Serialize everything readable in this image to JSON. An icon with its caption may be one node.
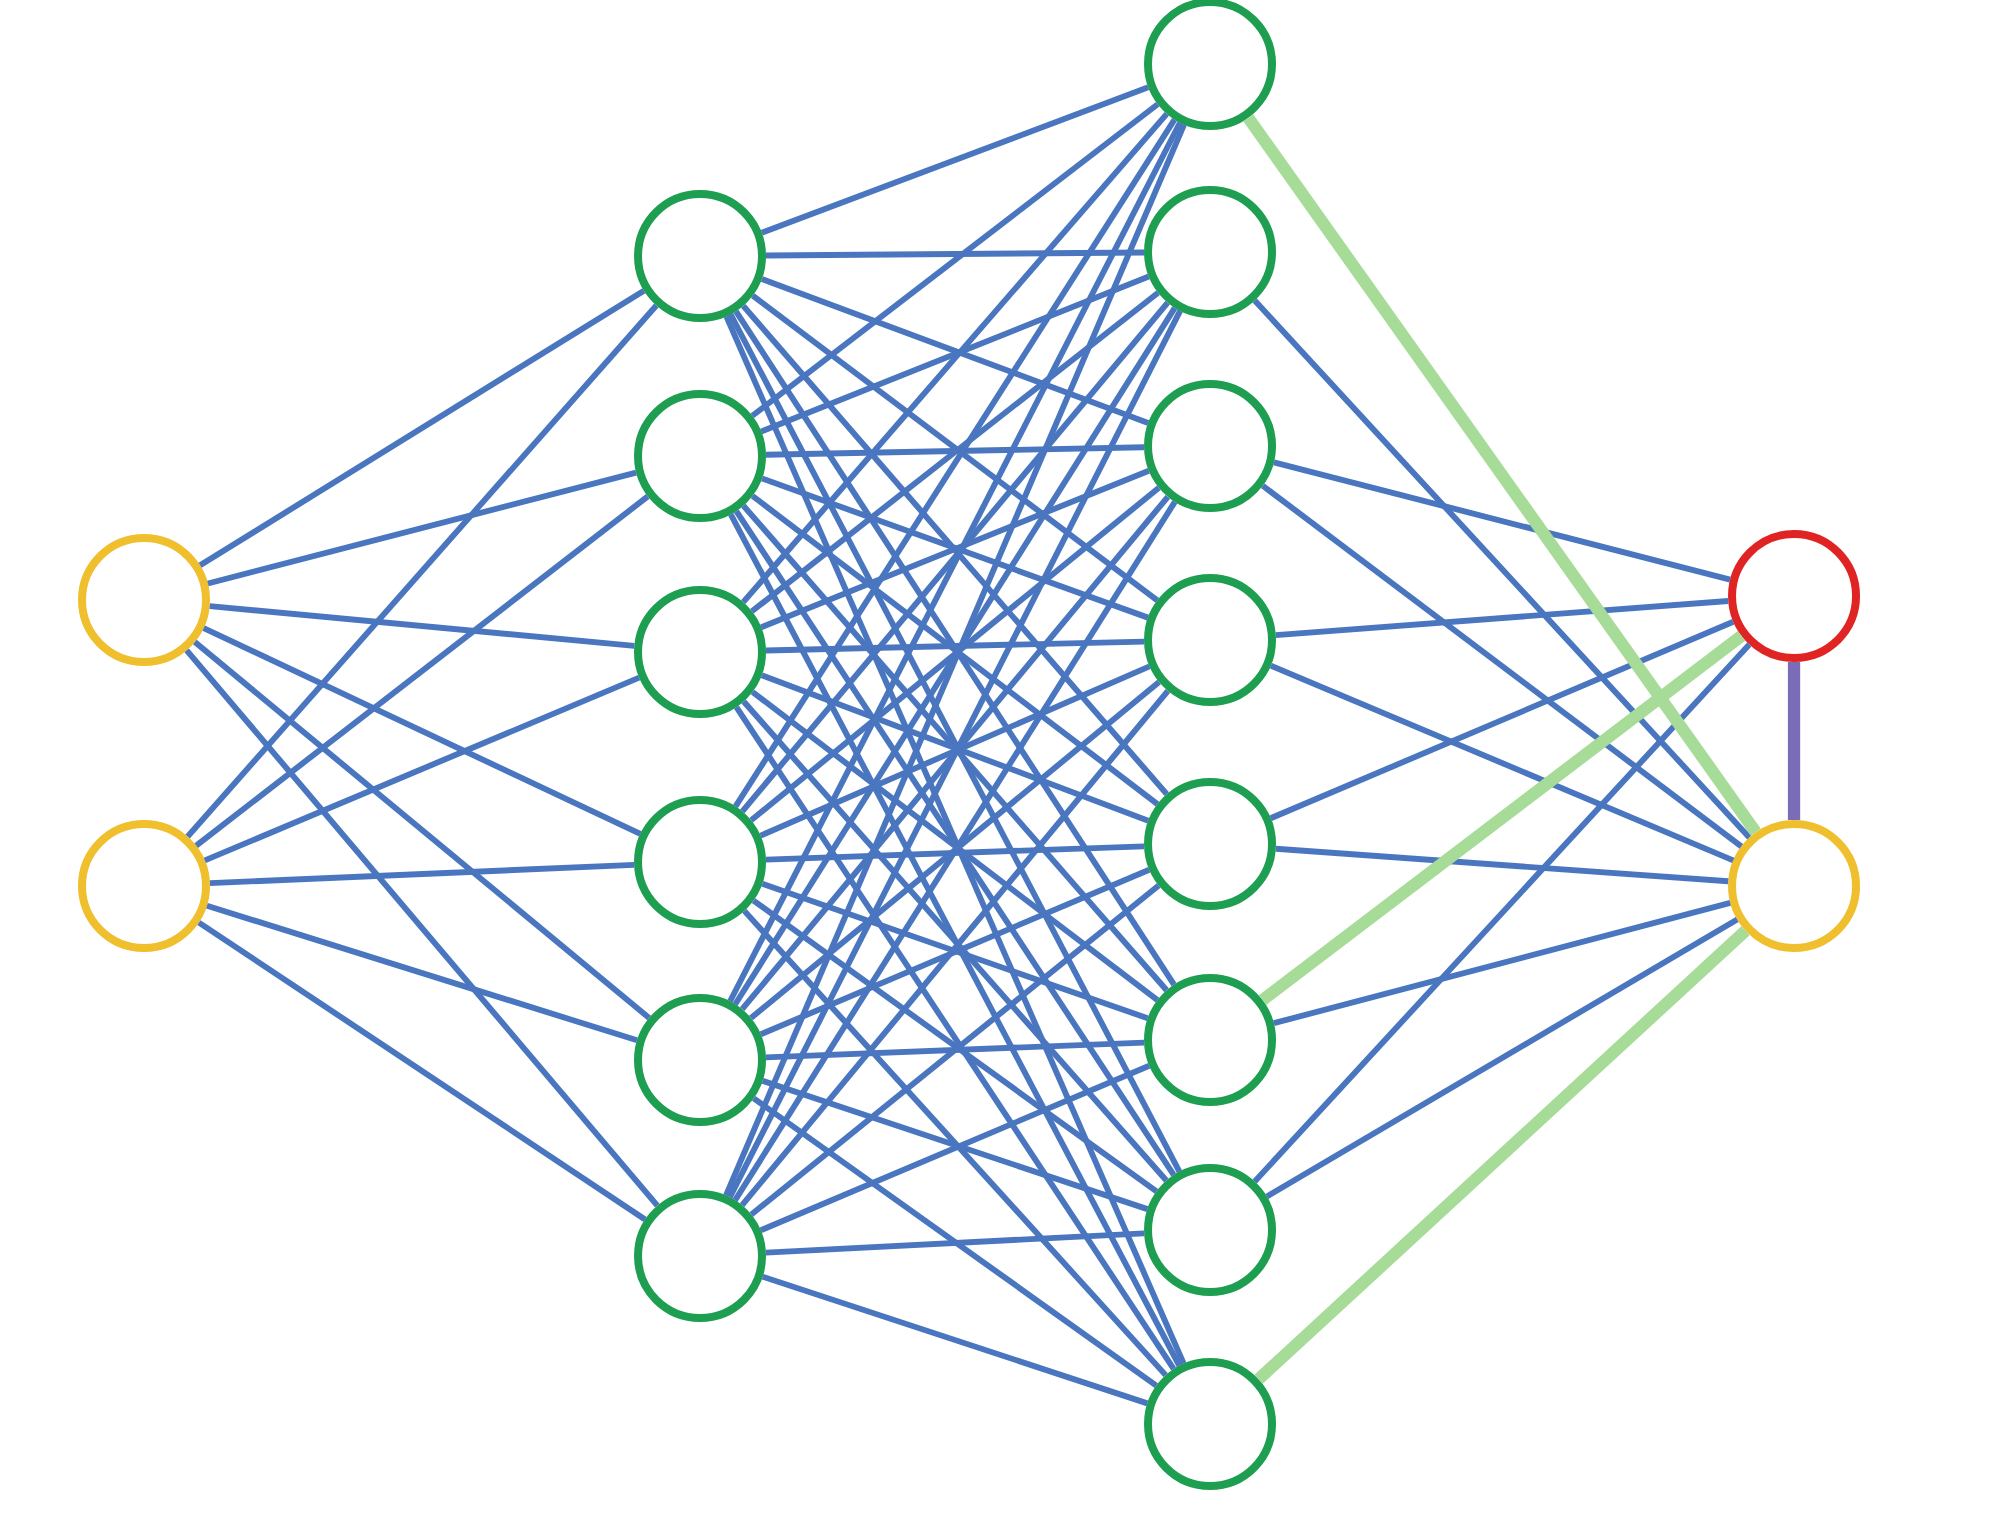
{
  "diagram": {
    "nodes": [
      {
        "text": [],
        "shape": "circle"
      },
      {
        "text": [],
        "shape": "circle"
      },
      {
        "text": [],
        "shape": "circle"
      },
      {
        "text": [],
        "shape": "circle"
      },
      {
        "text": [],
        "shape": "circle"
      },
      {
        "text": [],
        "shape": "circle"
      },
      {
        "text": [],
        "shape": "circle"
      },
      {
        "text": [],
        "shape": "circle"
      },
      {
        "text": [],
        "shape": "circle"
      },
      {
        "text": [],
        "shape": "circle"
      },
      {
        "text": [],
        "shape": "circle"
      },
      {
        "text": [],
        "shape": "circle"
      },
      {
        "text": [],
        "shape": "circle"
      },
      {
        "text": [],
        "shape": "circle"
      },
      {
        "text": [],
        "shape": "circle"
      },
      {
        "text": [],
        "shape": "circle"
      },
      {
        "text": [],
        "shape": "circle"
      },
      {
        "text": [],
        "shape": "circle"
      }
    ],
    "edges": [
      {
        "from": 0,
        "to": 2,
        "arrow": "none"
      },
      {
        "from": 0,
        "to": 3,
        "arrow": "none"
      },
      {
        "from": 0,
        "to": 4,
        "arrow": "none"
      },
      {
        "from": 0,
        "to": 5,
        "arrow": "none"
      },
      {
        "from": 0,
        "to": 6,
        "arrow": "none"
      },
      {
        "from": 0,
        "to": 7,
        "arrow": "none"
      },
      {
        "from": 1,
        "to": 2,
        "arrow": "none"
      },
      {
        "from": 1,
        "to": 3,
        "arrow": "none"
      },
      {
        "from": 1,
        "to": 4,
        "arrow": "none"
      },
      {
        "from": 1,
        "to": 5,
        "arrow": "none"
      },
      {
        "from": 1,
        "to": 6,
        "arrow": "none"
      },
      {
        "from": 1,
        "to": 7,
        "arrow": "none"
      },
      {
        "from": 2,
        "to": 8,
        "arrow": "none"
      },
      {
        "from": 2,
        "to": 9,
        "arrow": "none"
      },
      {
        "from": 2,
        "to": 10,
        "arrow": "none"
      },
      {
        "from": 2,
        "to": 11,
        "arrow": "none"
      },
      {
        "from": 2,
        "to": 12,
        "arrow": "none"
      },
      {
        "from": 2,
        "to": 13,
        "arrow": "none"
      },
      {
        "from": 2,
        "to": 14,
        "arrow": "none"
      },
      {
        "from": 2,
        "to": 15,
        "arrow": "none"
      },
      {
        "from": 3,
        "to": 8,
        "arrow": "none"
      },
      {
        "from": 3,
        "to": 9,
        "arrow": "none"
      },
      {
        "from": 3,
        "to": 10,
        "arrow": "none"
      },
      {
        "from": 3,
        "to": 11,
        "arrow": "none"
      },
      {
        "from": 3,
        "to": 12,
        "arrow": "none"
      },
      {
        "from": 3,
        "to": 13,
        "arrow": "none"
      },
      {
        "from": 3,
        "to": 14,
        "arrow": "none"
      },
      {
        "from": 3,
        "to": 15,
        "arrow": "none"
      },
      {
        "from": 4,
        "to": 8,
        "arrow": "none"
      },
      {
        "from": 4,
        "to": 9,
        "arrow": "none"
      },
      {
        "from": 4,
        "to": 10,
        "arrow": "none"
      },
      {
        "from": 4,
        "to": 11,
        "arrow": "none"
      },
      {
        "from": 4,
        "to": 12,
        "arrow": "none"
      },
      {
        "from": 4,
        "to": 13,
        "arrow": "none"
      },
      {
        "from": 4,
        "to": 14,
        "arrow": "none"
      },
      {
        "from": 4,
        "to": 15,
        "arrow": "none"
      },
      {
        "from": 5,
        "to": 8,
        "arrow": "none"
      },
      {
        "from": 5,
        "to": 9,
        "arrow": "none"
      },
      {
        "from": 5,
        "to": 10,
        "arrow": "none"
      },
      {
        "from": 5,
        "to": 11,
        "arrow": "none"
      },
      {
        "from": 5,
        "to": 12,
        "arrow": "none"
      },
      {
        "from": 5,
        "to": 13,
        "arrow": "none"
      },
      {
        "from": 5,
        "to": 14,
        "arrow": "none"
      },
      {
        "from": 5,
        "to": 15,
        "arrow": "none"
      },
      {
        "from": 6,
        "to": 8,
        "arrow": "none"
      },
      {
        "from": 6,
        "to": 9,
        "arrow": "none"
      },
      {
        "from": 6,
        "to": 10,
        "arrow": "none"
      },
      {
        "from": 6,
        "to": 11,
        "arrow": "none"
      },
      {
        "from": 6,
        "to": 12,
        "arrow": "none"
      },
      {
        "from": 6,
        "to": 13,
        "arrow": "none"
      },
      {
        "from": 6,
        "to": 14,
        "arrow": "none"
      },
      {
        "from": 6,
        "to": 15,
        "arrow": "none"
      },
      {
        "from": 7,
        "to": 8,
        "arrow": "none"
      },
      {
        "from": 7,
        "to": 9,
        "arrow": "none"
      },
      {
        "from": 7,
        "to": 10,
        "arrow": "none"
      },
      {
        "from": 7,
        "to": 11,
        "arrow": "none"
      },
      {
        "from": 7,
        "to": 12,
        "arrow": "none"
      },
      {
        "from": 7,
        "to": 13,
        "arrow": "none"
      },
      {
        "from": 7,
        "to": 14,
        "arrow": "none"
      },
      {
        "from": 7,
        "to": 15,
        "arrow": "none"
      },
      {
        "from": 9,
        "to": 17,
        "arrow": "none"
      },
      {
        "from": 10,
        "to": 16,
        "arrow": "none"
      },
      {
        "from": 10,
        "to": 17,
        "arrow": "none"
      },
      {
        "from": 11,
        "to": 16,
        "arrow": "none"
      },
      {
        "from": 11,
        "to": 17,
        "arrow": "none"
      },
      {
        "from": 12,
        "to": 16,
        "arrow": "none"
      },
      {
        "from": 12,
        "to": 17,
        "arrow": "none"
      },
      {
        "from": 13,
        "to": 17,
        "arrow": "none"
      },
      {
        "from": 14,
        "to": 16,
        "arrow": "none"
      },
      {
        "from": 14,
        "to": 17,
        "arrow": "none"
      },
      {
        "from": 8,
        "to": 17,
        "arrow": "none",
        "style": "thick",
        "color": "#a6db98"
      },
      {
        "from": 13,
        "to": 16,
        "arrow": "none",
        "style": "thick",
        "color": "#a6db98"
      },
      {
        "from": 15,
        "to": 17,
        "arrow": "none",
        "style": "thick",
        "color": "#a6db98"
      },
      {
        "from": 16,
        "to": 17,
        "arrow": "none",
        "style": "thick",
        "color": "#7b6cb8"
      }
    ]
  }
}
